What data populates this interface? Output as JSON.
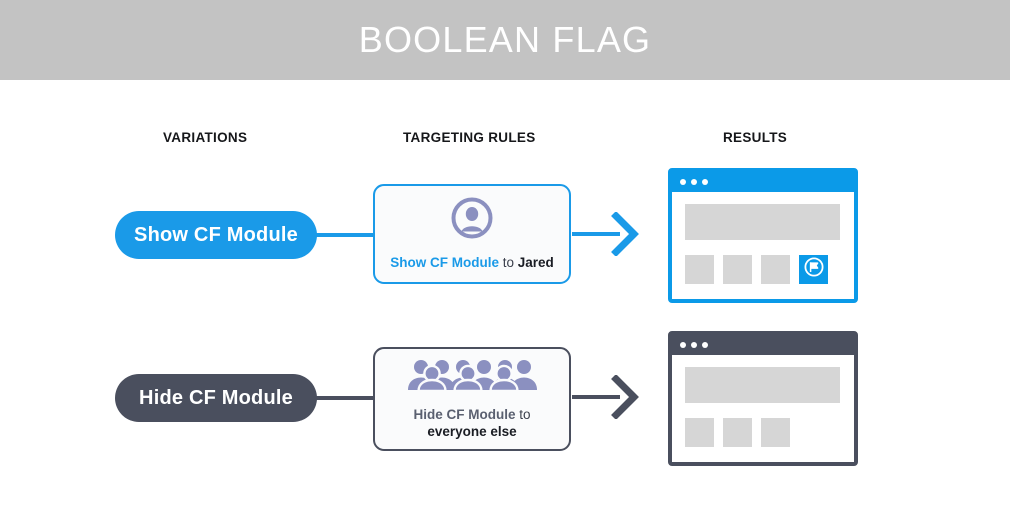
{
  "header": {
    "title": "BOOLEAN FLAG",
    "background_color": "#c3c3c3",
    "text_color": "#ffffff"
  },
  "colors": {
    "accent_blue": "#1a9ae8",
    "window_blue": "#0b9ae8",
    "slate": "#4a4f5e",
    "people_icon": "#8b90c0",
    "placeholder_gray": "#d6d6d6",
    "card_background": "#fafbfc"
  },
  "columns": [
    {
      "label": "VARIATIONS"
    },
    {
      "label": "TARGETING RULES"
    },
    {
      "label": "RESULTS"
    }
  ],
  "rows": [
    {
      "variation": {
        "label": "Show CF Module",
        "color": "#1a9ae8"
      },
      "rule": {
        "icon": "single-person-avatar-icon",
        "flag_text": "Show CF Module",
        "connector_text": " to ",
        "audience_text": "Jared",
        "border_color": "#1a9ae8"
      },
      "result": {
        "window_color": "#0b9ae8",
        "dots": 3,
        "tiles": [
          "blank",
          "blank",
          "blank",
          "flag"
        ],
        "flag_tile_icon": "cf-module-flag-icon"
      }
    },
    {
      "variation": {
        "label": "Hide CF Module",
        "color": "#4a4f5e"
      },
      "rule": {
        "icon": "crowd-people-icon",
        "flag_text": "Hide CF Module",
        "connector_text": " to",
        "audience_text": "everyone else",
        "border_color": "#4a4f5e"
      },
      "result": {
        "window_color": "#4a4f5e",
        "dots": 3,
        "tiles": [
          "blank",
          "blank",
          "blank"
        ],
        "flag_tile_icon": null
      }
    }
  ]
}
